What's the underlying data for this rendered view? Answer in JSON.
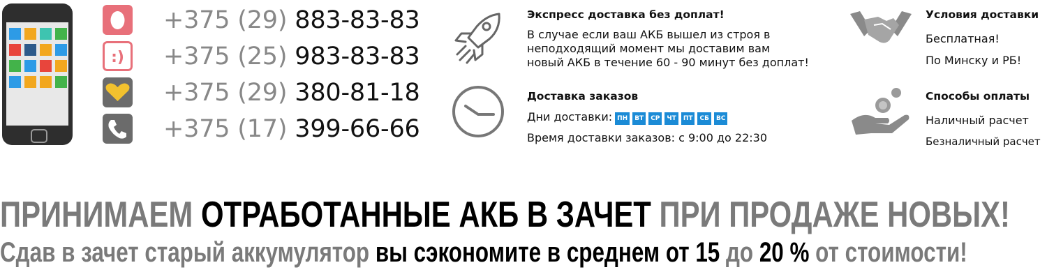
{
  "colors": {
    "accent_blue": "#1b8bd6",
    "icon_pink": "#e8707a",
    "icon_yellow": "#f2c12e",
    "icon_gray": "#6b6b6b",
    "text_gray": "#7a7a7a"
  },
  "phone_illustration": {
    "app_colors": [
      "#2d9be6",
      "#f2a71e",
      "#3ec4b0",
      "#43b34a",
      "#e8453c",
      "#2d5a8a",
      "#f2a71e",
      "#2d9be6",
      "#43b34a",
      "#2d9be6",
      "#e8453c",
      "#f2a71e",
      "#2d9be6",
      "#f2a71e",
      "#f2a71e",
      "#43b34a"
    ]
  },
  "phones": [
    {
      "code": "+375 (29)",
      "number": "883-83-83",
      "icon": "mts-egg-icon",
      "color": "#e8707a"
    },
    {
      "code": "+375 (25)",
      "number": "983-83-83",
      "icon": "life-smile-icon",
      "color": "#e8707a"
    },
    {
      "code": "+375 (29)",
      "number": "380-81-18",
      "icon": "velcom-heart-icon",
      "color": "#f2c12e"
    },
    {
      "code": "+375 (17)",
      "number": "399-66-66",
      "icon": "landline-handset-icon",
      "color": "#6b6b6b"
    }
  ],
  "express": {
    "title": "Экспресс доставка без доплат!",
    "lines": [
      "В случае если ваш АКБ вышел из строя в",
      "неподходящий момент мы доставим вам",
      "новый АКБ в течение 60 - 90 минут без доплат!"
    ],
    "icon": "rocket-icon"
  },
  "delivery_terms": {
    "title": "Условия доставки",
    "lines": [
      "Бесплатная!",
      "По Минску и РБ!"
    ],
    "icon": "handshake-icon"
  },
  "orders": {
    "title": "Доставка заказов",
    "days_label": "Дни доставки:",
    "days": [
      "ПН",
      "ВТ",
      "СР",
      "ЧТ",
      "ПТ",
      "СБ",
      "ВС"
    ],
    "time_text": "Время доставки заказов: с 9:00 до 22:30",
    "icon": "clock-icon"
  },
  "payment": {
    "title": "Способы оплаты",
    "lines": [
      "Наличный расчет",
      "Безналичный расчет"
    ],
    "icon": "coin-hand-icon"
  },
  "banner": {
    "line1": {
      "part1": "ПРИНИМАЕМ ",
      "part2": "ОТРАБОТАННЫЕ АКБ В ЗАЧЕТ",
      "part3": " ПРИ ПРОДАЖЕ НОВЫХ!"
    },
    "line2": {
      "part1": "Сдав в зачет старый аккумулятор ",
      "part2": "вы сэкономите в среднем от 15",
      "part3": " до ",
      "part4": "20 %",
      "part5": " от стоимости!"
    }
  }
}
